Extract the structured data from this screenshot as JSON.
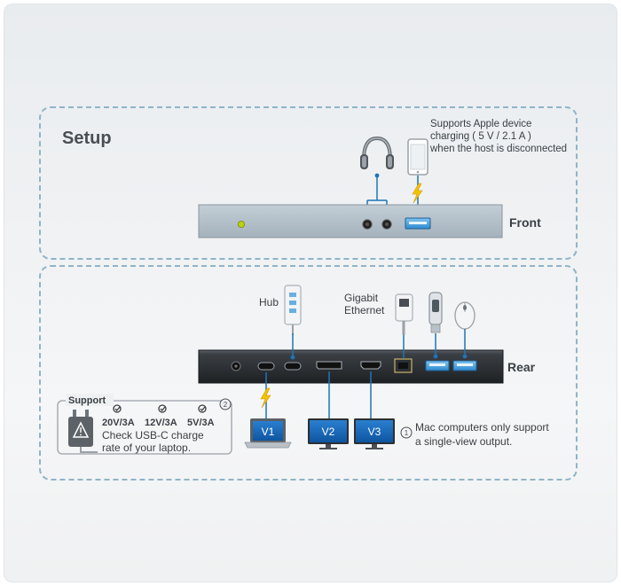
{
  "title": "Setup",
  "front": {
    "label": "Front",
    "note_lines": [
      "Supports Apple device",
      "charging ( 5 V / 2.1 A )",
      "when the host is disconnected"
    ]
  },
  "rear": {
    "label": "Rear",
    "hub_label": "Hub",
    "ethernet_label_lines": [
      "Gigabit",
      "Ethernet"
    ],
    "displays": [
      "V1",
      "V2",
      "V3"
    ],
    "mac_note_lines": [
      "Mac computers only support",
      "a single-view output."
    ],
    "mac_note_marker": "1"
  },
  "support": {
    "label": "Support",
    "marker": "2",
    "ratings": [
      "20V/3A",
      "12V/3A",
      "5V/3A"
    ],
    "note_lines": [
      "Check USB-C charge",
      "rate of your laptop."
    ]
  },
  "colors": {
    "dashed_border": "#8fb4c8",
    "connector_line": "#1f74b5",
    "monitor_screen": "#1565b5",
    "power_bolt": "#f2c200",
    "led": "#b7d40e"
  },
  "icons": [
    "headphones-icon",
    "phone-icon",
    "lightning-icon",
    "hub-icon",
    "ethernet-adapter-icon",
    "usb-drive-icon",
    "mouse-icon",
    "laptop-icon",
    "monitor-icon",
    "power-adapter-icon",
    "check-icon"
  ]
}
